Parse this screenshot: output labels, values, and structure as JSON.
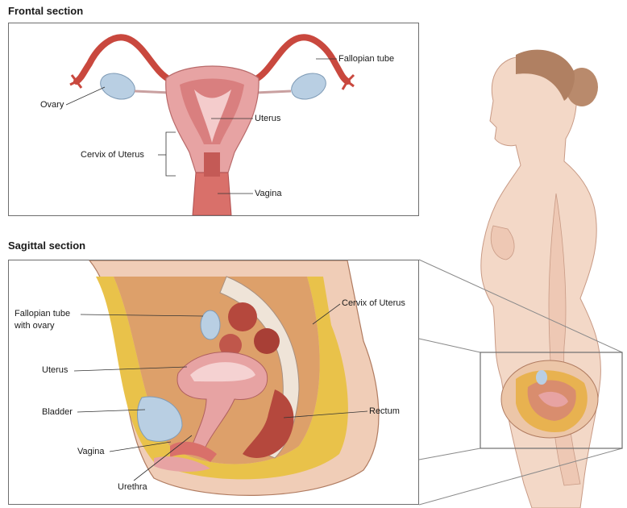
{
  "frontal": {
    "title": "Frontal section",
    "labels": {
      "fallopian_tube": "Fallopian tube",
      "ovary": "Ovary",
      "uterus": "Uterus",
      "cervix": "Cervix of Uterus",
      "vagina": "Vagina"
    }
  },
  "sagittal": {
    "title": "Sagittal section",
    "labels": {
      "fallopian_tube_line1": "Fallopian tube",
      "fallopian_tube_line2": "with ovary",
      "cervix": "Cervix of Uterus",
      "uterus": "Uterus",
      "bladder": "Bladder",
      "rectum": "Rectum",
      "vagina": "Vagina",
      "urethra": "Urethra"
    }
  },
  "colors": {
    "frame": "#6e6e6e",
    "skin": "#f3d8c7",
    "uterus_pink": "#e7a3a3",
    "tube_red": "#c9483e",
    "ovary_blue": "#b9cfe3",
    "fat_yellow": "#e9c24a"
  }
}
